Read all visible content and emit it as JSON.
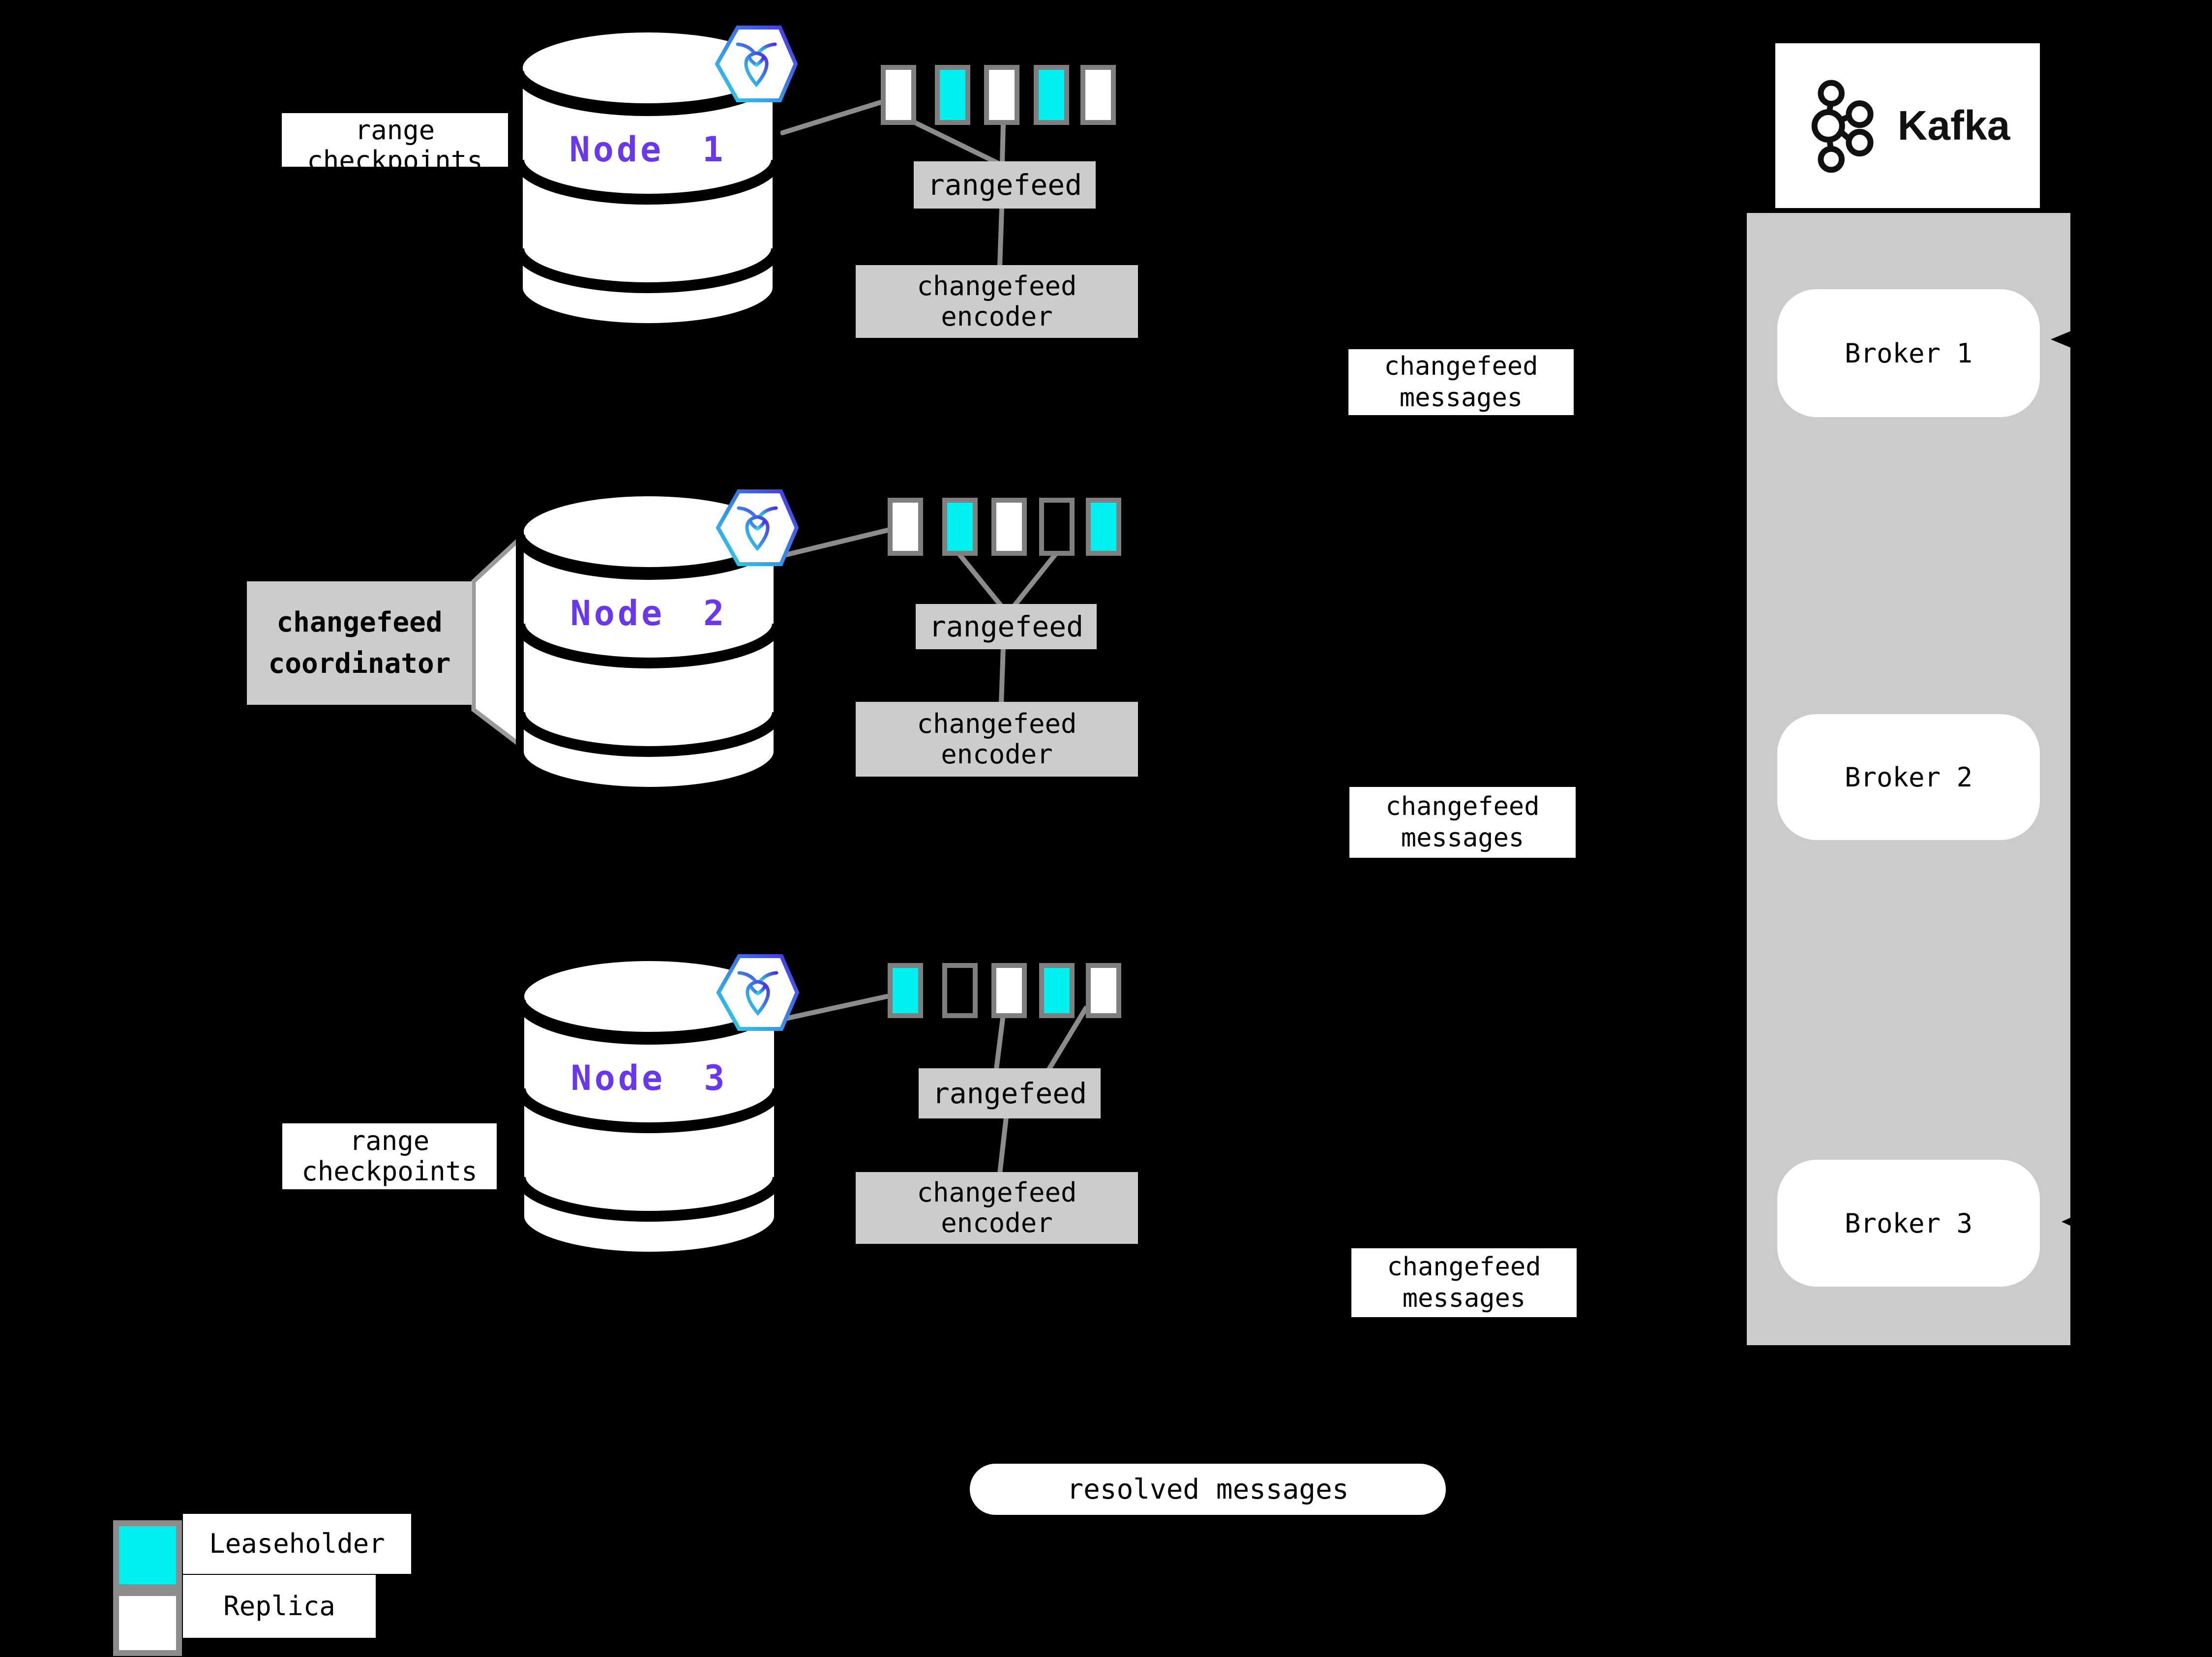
{
  "canvas": {
    "background": "#000000"
  },
  "colors": {
    "leaseholder_cyan": "#00F0F0",
    "replica_white": "#FFFFFF",
    "panel_gray": "#CBCBCB",
    "box_gray": "#CCCCCC",
    "connector_gray": "#8C8C8C",
    "node_purple": "#6936F2"
  },
  "rows": [
    {
      "node_label": "Node 1",
      "ranges": [
        "white",
        "cyan",
        "white",
        "cyan",
        "white"
      ],
      "rangefeed_label": "rangefeed",
      "encoder_line1": "changefeed",
      "encoder_line2": "encoder",
      "messages_line1": "changefeed",
      "messages_line2": "messages"
    },
    {
      "node_label": "Node 2",
      "ranges": [
        "white",
        "cyan",
        "white",
        "none",
        "cyan"
      ],
      "rangefeed_label": "rangefeed",
      "encoder_line1": "changefeed",
      "encoder_line2": "encoder",
      "messages_line1": "changefeed",
      "messages_line2": "messages"
    },
    {
      "node_label": "Node 3",
      "ranges": [
        "cyan",
        "none",
        "white",
        "cyan",
        "white"
      ],
      "rangefeed_label": "rangefeed",
      "encoder_line1": "changefeed",
      "encoder_line2": "encoder",
      "messages_line1": "changefeed",
      "messages_line2": "messages"
    }
  ],
  "side_labels": {
    "checkpoints_top_line1": "range",
    "checkpoints_top_line2": "checkpoints",
    "checkpoints_bottom_line1": "range",
    "checkpoints_bottom_line2": "checkpoints",
    "coordinator_line1": "changefeed",
    "coordinator_line2": "coordinator",
    "resolved": "resolved messages"
  },
  "kafka": {
    "title": "Kafka",
    "brokers": [
      "Broker 1",
      "Broker 2",
      "Broker 3"
    ]
  },
  "legend": {
    "leaseholder_label": "Leaseholder",
    "replica_label": "Replica"
  }
}
